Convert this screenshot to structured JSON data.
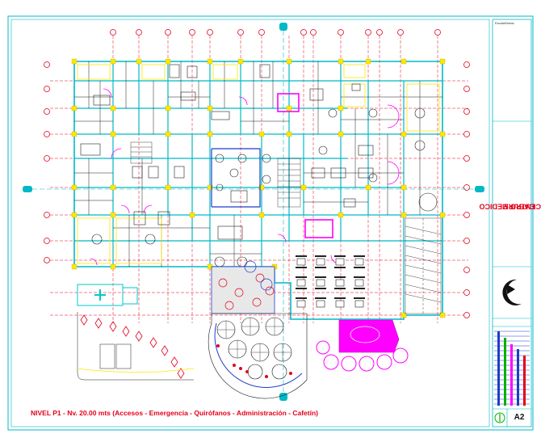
{
  "drawing": {
    "caption": "NIVEL P1 - Nv. 20.00 mts (Accesos - Emergencia - Quirófanos - Administración - Cafetín)",
    "project_title_line1": "CENTRO MEDICO",
    "project_title_line2": "CABURE",
    "sheet_number": "A2",
    "title_block_header": "Escala/Notas"
  },
  "colors": {
    "walls": "#00b9c6",
    "partitions": "#1a1a1a",
    "columns_yellow": "#ffe600",
    "furniture": "#222222",
    "doors_magenta": "#ff00ff",
    "grid_axes": "#e3001b",
    "landscape": "#e3001b",
    "ambulance": "#00c8c8",
    "accent_blue": "#1f3cc9"
  }
}
